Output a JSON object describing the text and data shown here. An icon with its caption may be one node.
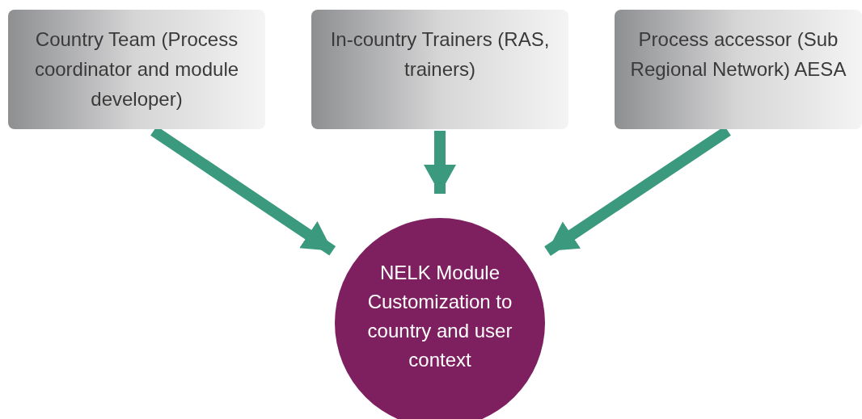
{
  "diagram": {
    "nodes": [
      {
        "text": [
          "Country Team (Process coordinator and module developer)"
        ]
      },
      {
        "text": [
          "In-country Trainers (RAS, trainers)"
        ]
      },
      {
        "text": [
          "Process accessor (Sub Regional Network) AESA"
        ]
      },
      {
        "text": [
          "NELK Module Customization to country and user context"
        ]
      }
    ],
    "edges": [
      {
        "from": 0,
        "to": 3,
        "arrow": "to"
      },
      {
        "from": 1,
        "to": 3,
        "arrow": "to"
      },
      {
        "from": 2,
        "to": 3,
        "arrow": "to"
      }
    ]
  }
}
